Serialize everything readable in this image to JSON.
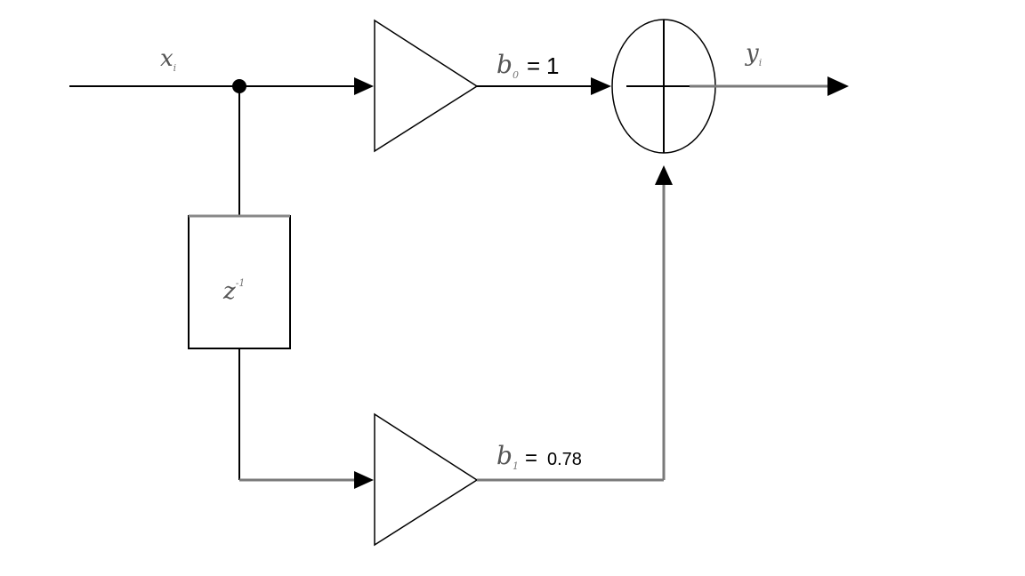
{
  "diagram": {
    "input_signal": {
      "symbol": "x",
      "subscript": "i"
    },
    "output_signal": {
      "symbol": "y",
      "subscript": "i"
    },
    "delay_block": {
      "symbol": "z",
      "exponent": "-1"
    },
    "gain_top": {
      "symbol": "b",
      "subscript": "0",
      "equals": "=",
      "value": "1"
    },
    "gain_bottom": {
      "symbol": "b",
      "subscript": "1",
      "equals": "=",
      "value": "0.78"
    }
  }
}
